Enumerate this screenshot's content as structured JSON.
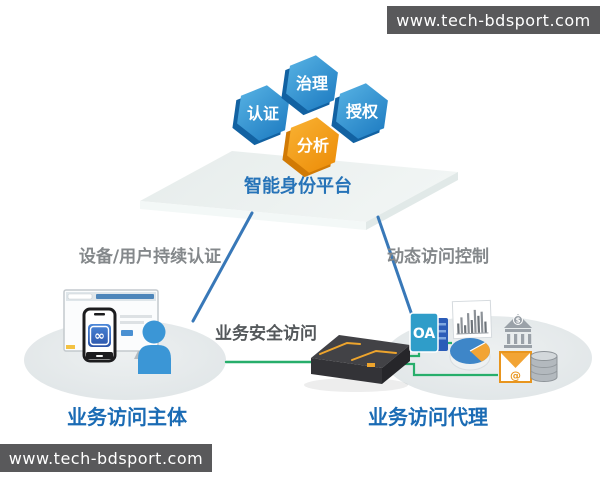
{
  "watermarks": {
    "top_right": "www.tech-bdsport.com",
    "bottom_left": "www.tech-bdsport.com"
  },
  "platform": {
    "label": "智能身份平台",
    "hexagons": [
      {
        "label": "认证",
        "color": "#2a8fd0"
      },
      {
        "label": "治理",
        "color": "#2a8fd0"
      },
      {
        "label": "授权",
        "color": "#2a8fd0"
      },
      {
        "label": "分析",
        "color": "#f5a21b"
      }
    ]
  },
  "connections": {
    "left": "设备/用户持续认证",
    "right": "动态访问控制",
    "middle": "业务安全访问"
  },
  "subject": {
    "label": "业务访问主体"
  },
  "proxy": {
    "label": "业务访问代理",
    "app_label": "OA"
  },
  "icons": {
    "left_group": [
      "monitor-icon",
      "smartphone-icon",
      "user-icon"
    ],
    "right_group": [
      "server-icon",
      "oa-app-icon",
      "bar-chart-icon",
      "bank-icon",
      "pie-chart-icon",
      "email-icon",
      "database-icon"
    ]
  },
  "colors": {
    "hex_blue": "#2a8fd0",
    "hex_orange": "#f5a21b",
    "line_blue": "#3878b8",
    "line_green": "#27ae6b",
    "label_blue": "#1a6bb4",
    "label_gray": "#84888b",
    "platform_text_blue": "#2673b8",
    "watermark_bg": "#59595b"
  }
}
